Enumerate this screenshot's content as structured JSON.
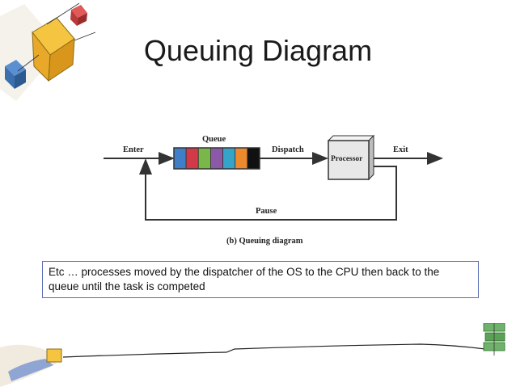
{
  "slide": {
    "title": "Queuing Diagram",
    "note": "Etc … processes moved by the dispatcher of the OS to the CPU then back to the queue until the task is competed"
  },
  "diagram": {
    "labels": {
      "enter": "Enter",
      "queue": "Queue",
      "dispatch": "Dispatch",
      "processor": "Processor",
      "exit": "Exit",
      "pause": "Pause",
      "caption": "(b) Queuing diagram"
    },
    "queue_slot_colors": [
      "#3f7fc7",
      "#d23a4a",
      "#7ab648",
      "#8a5aa8",
      "#36a3c9",
      "#ee8a2e",
      "#111111"
    ]
  },
  "colors": {
    "note_border": "#5b6fb4",
    "processor_fill": "#e8e8e8"
  }
}
